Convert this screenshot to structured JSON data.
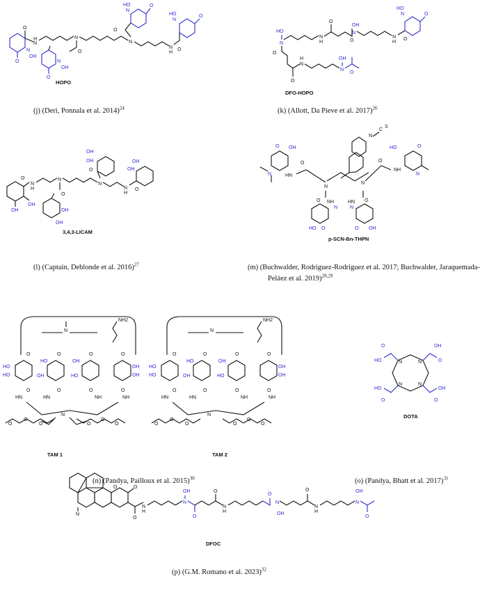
{
  "accent_colors": {
    "chelating_group": "#2b2bd1",
    "backbone": "#111111"
  },
  "compounds": {
    "hopo": "HOPO",
    "dfo_hopo": "DFO-HOPO",
    "licam": "3,4,3-LICAM",
    "thpn": "p-SCN-Bn-THPN",
    "tam1": "TAM 1",
    "tam2": "TAM 2",
    "dota": "DOTA",
    "dfoc": "DFOC"
  },
  "captions": {
    "j": {
      "text": "(j) (Deri, Ponnala et al. 2014)",
      "ref": "24"
    },
    "k": {
      "text": "(k) (Allott, Da Pieve et al. 2017)",
      "ref": "26"
    },
    "l": {
      "text": "(l) (Captain, Deblonde et al. 2016)",
      "ref": "27"
    },
    "m": {
      "text": "(m) (Buchwalder, Rodriguez-Rodriguez et al. 2017; Buchwalder, Jaraquemada-",
      "text2": "Peláez et al. 2019)",
      "ref": "28,29"
    },
    "n": {
      "text": "(n) (Pandya, Pailloux et al. 2015)",
      "ref": "30"
    },
    "o": {
      "text": "(o) (Pandya, Bhatt et al. 2017)",
      "ref": "31"
    },
    "p": {
      "text": "(p) (G.M. Romano et al. 2023)",
      "ref": "32"
    }
  },
  "atoms": {
    "oh": "OH",
    "ho": "HO",
    "o": "O",
    "n": "N",
    "h": "H",
    "nh": "NH",
    "hn": "HN",
    "nh2": "NH2",
    "s": "S",
    "c": "C"
  }
}
